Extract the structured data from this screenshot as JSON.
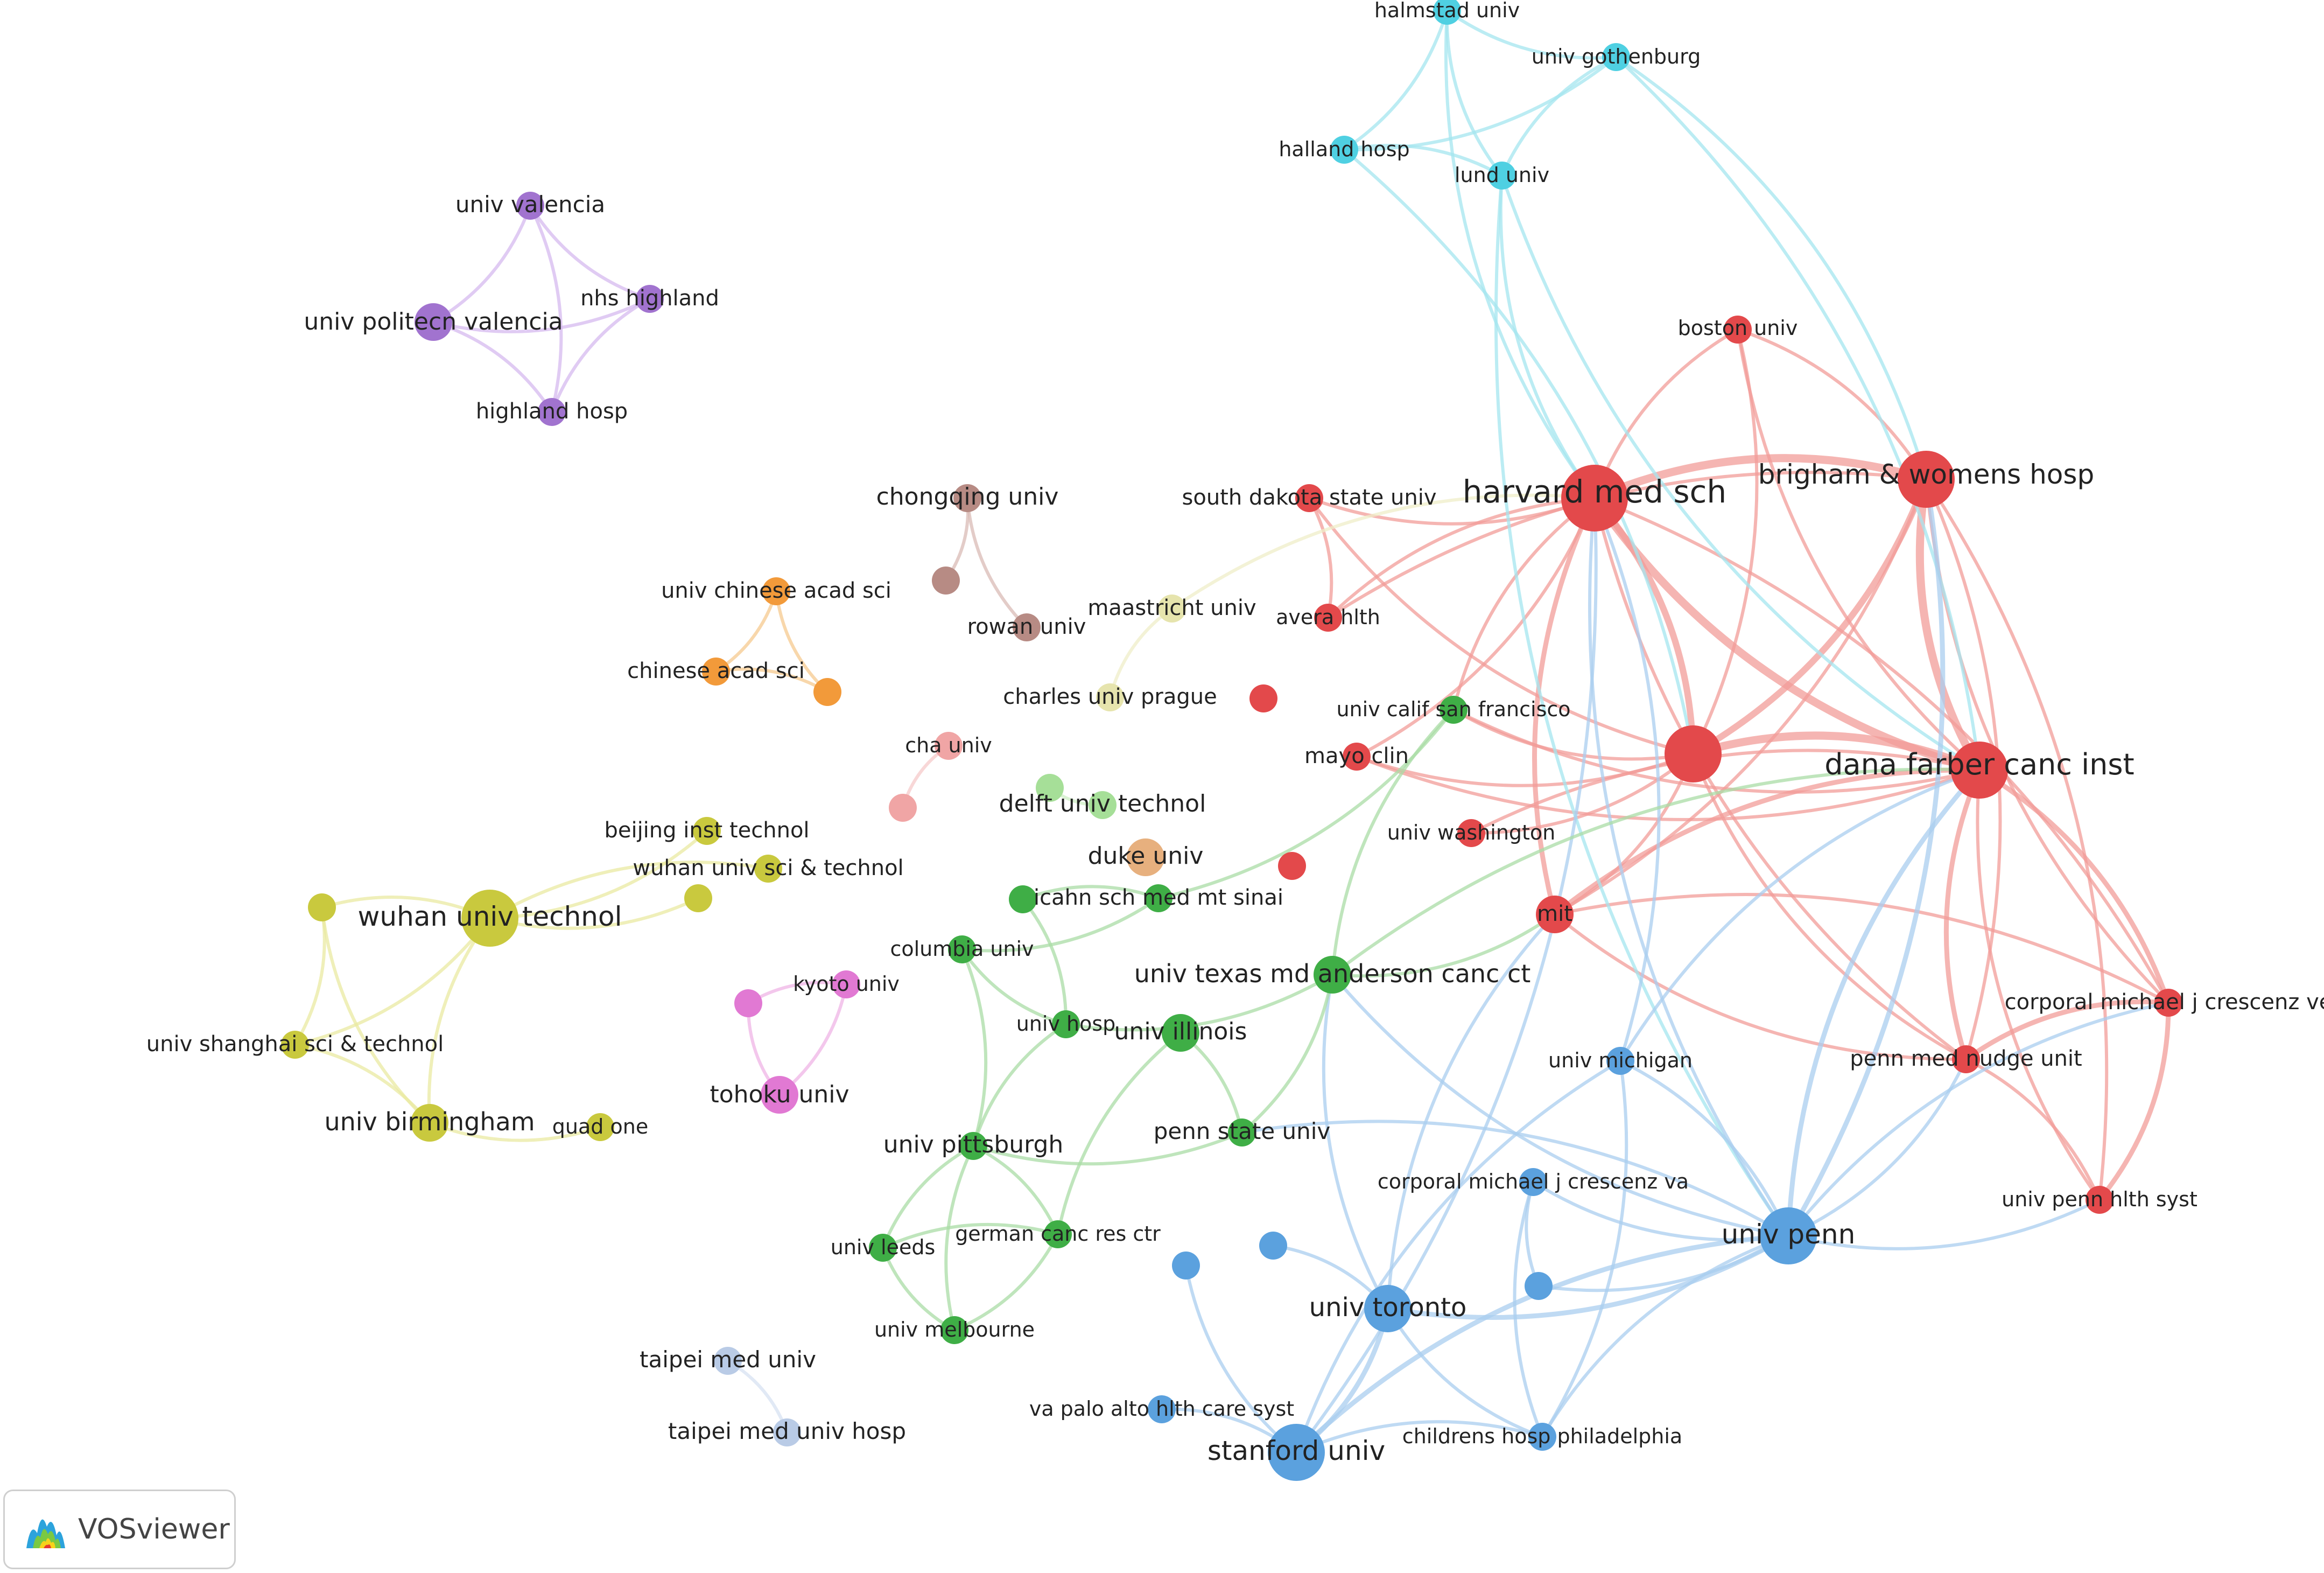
{
  "app": {
    "brand": "VOSviewer",
    "logo_icon": "vosviewer-logo-icon"
  },
  "clusters": {
    "red": {
      "node": "#e3494b",
      "link": "#f29c98"
    },
    "blue": {
      "node": "#5ba1de",
      "link": "#a9cdef"
    },
    "green": {
      "node": "#3fae46",
      "link": "#a9dca5"
    },
    "cyan": {
      "node": "#4fd0e2",
      "link": "#a4e6ef"
    },
    "purple": {
      "node": "#a173cf",
      "link": "#d6b9ef"
    },
    "yellow": {
      "node": "#c9c93e",
      "link": "#e9e9a2"
    },
    "orange": {
      "node": "#f29a3a",
      "link": "#f6c98f"
    },
    "brown": {
      "node": "#b78b84",
      "link": "#d9bbb6"
    },
    "pink": {
      "node": "#e179d3",
      "link": "#efb4e6"
    },
    "lightred": {
      "node": "#f0a5a5",
      "link": "#f6caca"
    },
    "lightgreen": {
      "node": "#a6df98",
      "link": "#cdeec4"
    },
    "tan": {
      "node": "#e7b07e",
      "link": "#f1d2b4"
    },
    "paleyellow": {
      "node": "#e6e4ad",
      "link": "#efeec8"
    },
    "lightblue": {
      "node": "#b9cbe6",
      "link": "#d7e2f2"
    }
  },
  "nodes": [
    {
      "id": "harvard",
      "label": "harvard med sch",
      "cluster": "red",
      "weight": 6
    },
    {
      "id": "brigham",
      "label": "brigham & womens hosp",
      "cluster": "red",
      "weight": 5
    },
    {
      "id": "dfci",
      "label": "dana farber canc inst",
      "cluster": "red",
      "weight": 5
    },
    {
      "id": "redbig",
      "label": "",
      "cluster": "red",
      "weight": 5
    },
    {
      "id": "bostonu",
      "label": "boston univ",
      "cluster": "red",
      "weight": 2
    },
    {
      "id": "sdsu",
      "label": "south dakota state univ",
      "cluster": "red",
      "weight": 2
    },
    {
      "id": "avera",
      "label": "avera hlth",
      "cluster": "red",
      "weight": 2
    },
    {
      "id": "redsmall1",
      "label": "",
      "cluster": "red",
      "weight": 2
    },
    {
      "id": "mayo",
      "label": "mayo clin",
      "cluster": "red",
      "weight": 2
    },
    {
      "id": "uwash",
      "label": "univ washington",
      "cluster": "red",
      "weight": 2
    },
    {
      "id": "redsmall2",
      "label": "",
      "cluster": "red",
      "weight": 2
    },
    {
      "id": "mit",
      "label": "mit",
      "cluster": "red",
      "weight": 3
    },
    {
      "id": "cmjcve",
      "label": "corporal michael j crescenz ve",
      "cluster": "red",
      "weight": 2
    },
    {
      "id": "nudge",
      "label": "penn med nudge unit",
      "cluster": "red",
      "weight": 2
    },
    {
      "id": "pennhlth",
      "label": "univ penn hlth syst",
      "cluster": "red",
      "weight": 2
    },
    {
      "id": "halmstad",
      "label": "halmstad univ",
      "cluster": "cyan",
      "weight": 2
    },
    {
      "id": "gothenburg",
      "label": "univ gothenburg",
      "cluster": "cyan",
      "weight": 2
    },
    {
      "id": "halland",
      "label": "halland hosp",
      "cluster": "cyan",
      "weight": 2
    },
    {
      "id": "lund",
      "label": "lund univ",
      "cluster": "cyan",
      "weight": 2
    },
    {
      "id": "upenn",
      "label": "univ penn",
      "cluster": "blue",
      "weight": 5
    },
    {
      "id": "utoronto",
      "label": "univ toronto",
      "cluster": "blue",
      "weight": 4
    },
    {
      "id": "stanford",
      "label": "stanford univ",
      "cluster": "blue",
      "weight": 5
    },
    {
      "id": "umich",
      "label": "univ michigan",
      "cluster": "blue",
      "weight": 2
    },
    {
      "id": "cmjcva",
      "label": "corporal michael j crescenz va",
      "cluster": "blue",
      "weight": 2
    },
    {
      "id": "vapalo",
      "label": "va palo alto hlth care syst",
      "cluster": "blue",
      "weight": 2
    },
    {
      "id": "chop",
      "label": "childrens hosp philadelphia",
      "cluster": "blue",
      "weight": 2
    },
    {
      "id": "bluesmall1",
      "label": "",
      "cluster": "blue",
      "weight": 2
    },
    {
      "id": "bluesmall2",
      "label": "",
      "cluster": "blue",
      "weight": 2
    },
    {
      "id": "bluesmall3",
      "label": "",
      "cluster": "blue",
      "weight": 2
    },
    {
      "id": "ucsf",
      "label": "univ calif san francisco",
      "cluster": "green",
      "weight": 2
    },
    {
      "id": "icahn",
      "label": "icahn sch med mt sinai",
      "cluster": "green",
      "weight": 2
    },
    {
      "id": "greensmall",
      "label": "",
      "cluster": "green",
      "weight": 2
    },
    {
      "id": "columbia",
      "label": "columbia univ",
      "cluster": "green",
      "weight": 2
    },
    {
      "id": "mdanderson",
      "label": "univ texas md anderson canc ct",
      "cluster": "green",
      "weight": 3
    },
    {
      "id": "univhosp",
      "label": "univ hosp",
      "cluster": "green",
      "weight": 2
    },
    {
      "id": "illinois",
      "label": "univ illinois",
      "cluster": "green",
      "weight": 3
    },
    {
      "id": "pennstate",
      "label": "penn state univ",
      "cluster": "green",
      "weight": 2
    },
    {
      "id": "pitt",
      "label": "univ pittsburgh",
      "cluster": "green",
      "weight": 2
    },
    {
      "id": "leeds",
      "label": "univ leeds",
      "cluster": "green",
      "weight": 2
    },
    {
      "id": "dkfz",
      "label": "german canc res ctr",
      "cluster": "green",
      "weight": 2
    },
    {
      "id": "melbourne",
      "label": "univ melbourne",
      "cluster": "green",
      "weight": 2
    },
    {
      "id": "valencia",
      "label": "univ valencia",
      "cluster": "purple",
      "weight": 2
    },
    {
      "id": "upv",
      "label": "univ politecn valencia",
      "cluster": "purple",
      "weight": 3
    },
    {
      "id": "nhshighland",
      "label": "nhs highland",
      "cluster": "purple",
      "weight": 2
    },
    {
      "id": "highlandhosp",
      "label": "highland hosp",
      "cluster": "purple",
      "weight": 2
    },
    {
      "id": "chongqing",
      "label": "chongqing univ",
      "cluster": "brown",
      "weight": 2
    },
    {
      "id": "brownsmall",
      "label": "",
      "cluster": "brown",
      "weight": 2
    },
    {
      "id": "rowan",
      "label": "rowan univ",
      "cluster": "brown",
      "weight": 2
    },
    {
      "id": "ucas",
      "label": "univ chinese acad sci",
      "cluster": "orange",
      "weight": 2
    },
    {
      "id": "cas",
      "label": "chinese acad sci",
      "cluster": "orange",
      "weight": 2
    },
    {
      "id": "orangesmall",
      "label": "",
      "cluster": "orange",
      "weight": 2
    },
    {
      "id": "maastricht",
      "label": "maastricht univ",
      "cluster": "paleyellow",
      "weight": 2
    },
    {
      "id": "charles",
      "label": "charles univ prague",
      "cluster": "paleyellow",
      "weight": 2
    },
    {
      "id": "cha",
      "label": "cha univ",
      "cluster": "lightred",
      "weight": 2
    },
    {
      "id": "lightredsmall",
      "label": "",
      "cluster": "lightred",
      "weight": 2
    },
    {
      "id": "delft",
      "label": "delft univ technol",
      "cluster": "lightgreen",
      "weight": 2
    },
    {
      "id": "lightgreensmall",
      "label": "",
      "cluster": "lightgreen",
      "weight": 2
    },
    {
      "id": "duke",
      "label": "duke univ",
      "cluster": "tan",
      "weight": 3
    },
    {
      "id": "beijing",
      "label": "beijing inst technol",
      "cluster": "yellow",
      "weight": 2
    },
    {
      "id": "wust",
      "label": "wuhan univ sci & technol",
      "cluster": "yellow",
      "weight": 2
    },
    {
      "id": "yellowsmall1",
      "label": "",
      "cluster": "yellow",
      "weight": 2
    },
    {
      "id": "yellowsmall2",
      "label": "",
      "cluster": "yellow",
      "weight": 2
    },
    {
      "id": "whut",
      "label": "wuhan univ technol",
      "cluster": "yellow",
      "weight": 5
    },
    {
      "id": "usst",
      "label": "univ shanghai sci & technol",
      "cluster": "yellow",
      "weight": 2
    },
    {
      "id": "birmingham",
      "label": "univ birmingham",
      "cluster": "yellow",
      "weight": 3
    },
    {
      "id": "quadone",
      "label": "quad one",
      "cluster": "yellow",
      "weight": 2
    },
    {
      "id": "kyoto",
      "label": "kyoto univ",
      "cluster": "pink",
      "weight": 2
    },
    {
      "id": "pinksmall",
      "label": "",
      "cluster": "pink",
      "weight": 2
    },
    {
      "id": "tohoku",
      "label": "tohoku univ",
      "cluster": "pink",
      "weight": 3
    },
    {
      "id": "taipei",
      "label": "taipei med univ",
      "cluster": "lightblue",
      "weight": 2
    },
    {
      "id": "taipeihosp",
      "label": "taipei med univ hosp",
      "cluster": "lightblue",
      "weight": 2
    }
  ],
  "links": [
    [
      "harvard",
      "brigham",
      4
    ],
    [
      "harvard",
      "dfci",
      4
    ],
    [
      "harvard",
      "redbig",
      3
    ],
    [
      "brigham",
      "dfci",
      4
    ],
    [
      "brigham",
      "redbig",
      3
    ],
    [
      "dfci",
      "redbig",
      4
    ],
    [
      "harvard",
      "bostonu",
      1
    ],
    [
      "brigham",
      "bostonu",
      1
    ],
    [
      "dfci",
      "bostonu",
      1
    ],
    [
      "redbig",
      "bostonu",
      1
    ],
    [
      "harvard",
      "sdsu",
      1
    ],
    [
      "sdsu",
      "redbig",
      1
    ],
    [
      "sdsu",
      "avera",
      1
    ],
    [
      "harvard",
      "avera",
      1
    ],
    [
      "harvard",
      "mayo",
      1
    ],
    [
      "mayo",
      "redbig",
      1
    ],
    [
      "dfci",
      "mayo",
      1
    ],
    [
      "harvard",
      "mit",
      2
    ],
    [
      "brigham",
      "mit",
      1
    ],
    [
      "dfci",
      "mit",
      2
    ],
    [
      "redbig",
      "mit",
      1
    ],
    [
      "dfci",
      "uwash",
      1
    ],
    [
      "redbig",
      "uwash",
      1
    ],
    [
      "dfci",
      "nudge",
      2
    ],
    [
      "brigham",
      "nudge",
      1
    ],
    [
      "harvard",
      "nudge",
      1
    ],
    [
      "dfci",
      "cmjcve",
      2
    ],
    [
      "brigham",
      "cmjcve",
      1
    ],
    [
      "nudge",
      "cmjcve",
      2
    ],
    [
      "pennhlth",
      "cmjcve",
      2
    ],
    [
      "nudge",
      "pennhlth",
      1
    ],
    [
      "dfci",
      "pennhlth",
      1
    ],
    [
      "brigham",
      "pennhlth",
      1
    ],
    [
      "mit",
      "nudge",
      1
    ],
    [
      "mit",
      "cmjcve",
      1
    ],
    [
      "redbig",
      "nudge",
      1
    ],
    [
      "harvard",
      "cmjcve",
      1
    ],
    [
      "brigham",
      "avera",
      1
    ],
    [
      "dfci",
      "ucsf",
      1
    ],
    [
      "harvard",
      "ucsf",
      1
    ],
    [
      "redbig",
      "ucsf",
      1
    ],
    [
      "halmstad",
      "gothenburg",
      1
    ],
    [
      "halmstad",
      "halland",
      1
    ],
    [
      "halmstad",
      "lund",
      1
    ],
    [
      "gothenburg",
      "halland",
      1
    ],
    [
      "gothenburg",
      "lund",
      1
    ],
    [
      "halland",
      "lund",
      1
    ],
    [
      "halmstad",
      "harvard",
      1
    ],
    [
      "gothenburg",
      "brigham",
      1
    ],
    [
      "lund",
      "dfci",
      1
    ],
    [
      "halland",
      "redbig",
      1
    ],
    [
      "lund",
      "harvard",
      1
    ],
    [
      "gothenburg",
      "dfci",
      1
    ],
    [
      "lund",
      "upenn",
      1
    ],
    [
      "upenn",
      "utoronto",
      2
    ],
    [
      "upenn",
      "stanford",
      2
    ],
    [
      "utoronto",
      "stanford",
      2
    ],
    [
      "upenn",
      "umich",
      1
    ],
    [
      "upenn",
      "cmjcva",
      1
    ],
    [
      "upenn",
      "chop",
      1
    ],
    [
      "upenn",
      "bluesmall3",
      1
    ],
    [
      "stanford",
      "vapalo",
      1
    ],
    [
      "stanford",
      "chop",
      1
    ],
    [
      "utoronto",
      "chop",
      1
    ],
    [
      "stanford",
      "bluesmall1",
      1
    ],
    [
      "utoronto",
      "bluesmall2",
      1
    ],
    [
      "stanford",
      "umich",
      1
    ],
    [
      "cmjcva",
      "chop",
      1
    ],
    [
      "umich",
      "chop",
      1
    ],
    [
      "cmjcva",
      "bluesmall3",
      1
    ],
    [
      "upenn",
      "harvard",
      1
    ],
    [
      "upenn",
      "brigham",
      2
    ],
    [
      "upenn",
      "dfci",
      2
    ],
    [
      "upenn",
      "pennhlth",
      1
    ],
    [
      "upenn",
      "cmjcve",
      1
    ],
    [
      "upenn",
      "nudge",
      1
    ],
    [
      "upenn",
      "mdanderson",
      1
    ],
    [
      "upenn",
      "pennstate",
      1
    ],
    [
      "utoronto",
      "mdanderson",
      1
    ],
    [
      "stanford",
      "harvard",
      1
    ],
    [
      "utoronto",
      "mit",
      1
    ],
    [
      "umich",
      "harvard",
      1
    ],
    [
      "umich",
      "dfci",
      1
    ],
    [
      "ucsf",
      "mdanderson",
      1
    ],
    [
      "icahn",
      "columbia",
      1
    ],
    [
      "icahn",
      "greensmall",
      1
    ],
    [
      "greensmall",
      "univhosp",
      1
    ],
    [
      "columbia",
      "univhosp",
      1
    ],
    [
      "columbia",
      "pitt",
      1
    ],
    [
      "univhosp",
      "pitt",
      1
    ],
    [
      "illinois",
      "pennstate",
      1
    ],
    [
      "illinois",
      "dkfz",
      1
    ],
    [
      "mdanderson",
      "pennstate",
      1
    ],
    [
      "pitt",
      "leeds",
      1
    ],
    [
      "pitt",
      "dkfz",
      1
    ],
    [
      "pitt",
      "melbourne",
      1
    ],
    [
      "leeds",
      "dkfz",
      1
    ],
    [
      "leeds",
      "melbourne",
      1
    ],
    [
      "dkfz",
      "melbourne",
      1
    ],
    [
      "pitt",
      "pennstate",
      1
    ],
    [
      "mdanderson",
      "univhosp",
      1
    ],
    [
      "icahn",
      "ucsf",
      1
    ],
    [
      "mdanderson",
      "dfci",
      1
    ],
    [
      "mdanderson",
      "mit",
      1
    ],
    [
      "valencia",
      "upv",
      1
    ],
    [
      "valencia",
      "nhshighland",
      1
    ],
    [
      "valencia",
      "highlandhosp",
      1
    ],
    [
      "upv",
      "nhshighland",
      1
    ],
    [
      "upv",
      "highlandhosp",
      1
    ],
    [
      "nhshighland",
      "highlandhosp",
      1
    ],
    [
      "chongqing",
      "brownsmall",
      1
    ],
    [
      "chongqing",
      "rowan",
      1
    ],
    [
      "ucas",
      "cas",
      1
    ],
    [
      "ucas",
      "orangesmall",
      1
    ],
    [
      "cas",
      "orangesmall",
      1
    ],
    [
      "maastricht",
      "charles",
      1
    ],
    [
      "maastricht",
      "harvard",
      1
    ],
    [
      "cha",
      "lightredsmall",
      1
    ],
    [
      "delft",
      "lightgreensmall",
      1
    ],
    [
      "whut",
      "beijing",
      1
    ],
    [
      "whut",
      "wust",
      1
    ],
    [
      "whut",
      "yellowsmall1",
      1
    ],
    [
      "whut",
      "usst",
      1
    ],
    [
      "whut",
      "birmingham",
      1
    ],
    [
      "yellowsmall2",
      "usst",
      1
    ],
    [
      "yellowsmall2",
      "birmingham",
      1
    ],
    [
      "usst",
      "birmingham",
      1
    ],
    [
      "birmingham",
      "quadone",
      1
    ],
    [
      "yellowsmall2",
      "whut",
      1
    ],
    [
      "kyoto",
      "pinksmall",
      1
    ],
    [
      "kyoto",
      "tohoku",
      1
    ],
    [
      "pinksmall",
      "tohoku",
      1
    ],
    [
      "taipei",
      "taipeihosp",
      1
    ]
  ]
}
